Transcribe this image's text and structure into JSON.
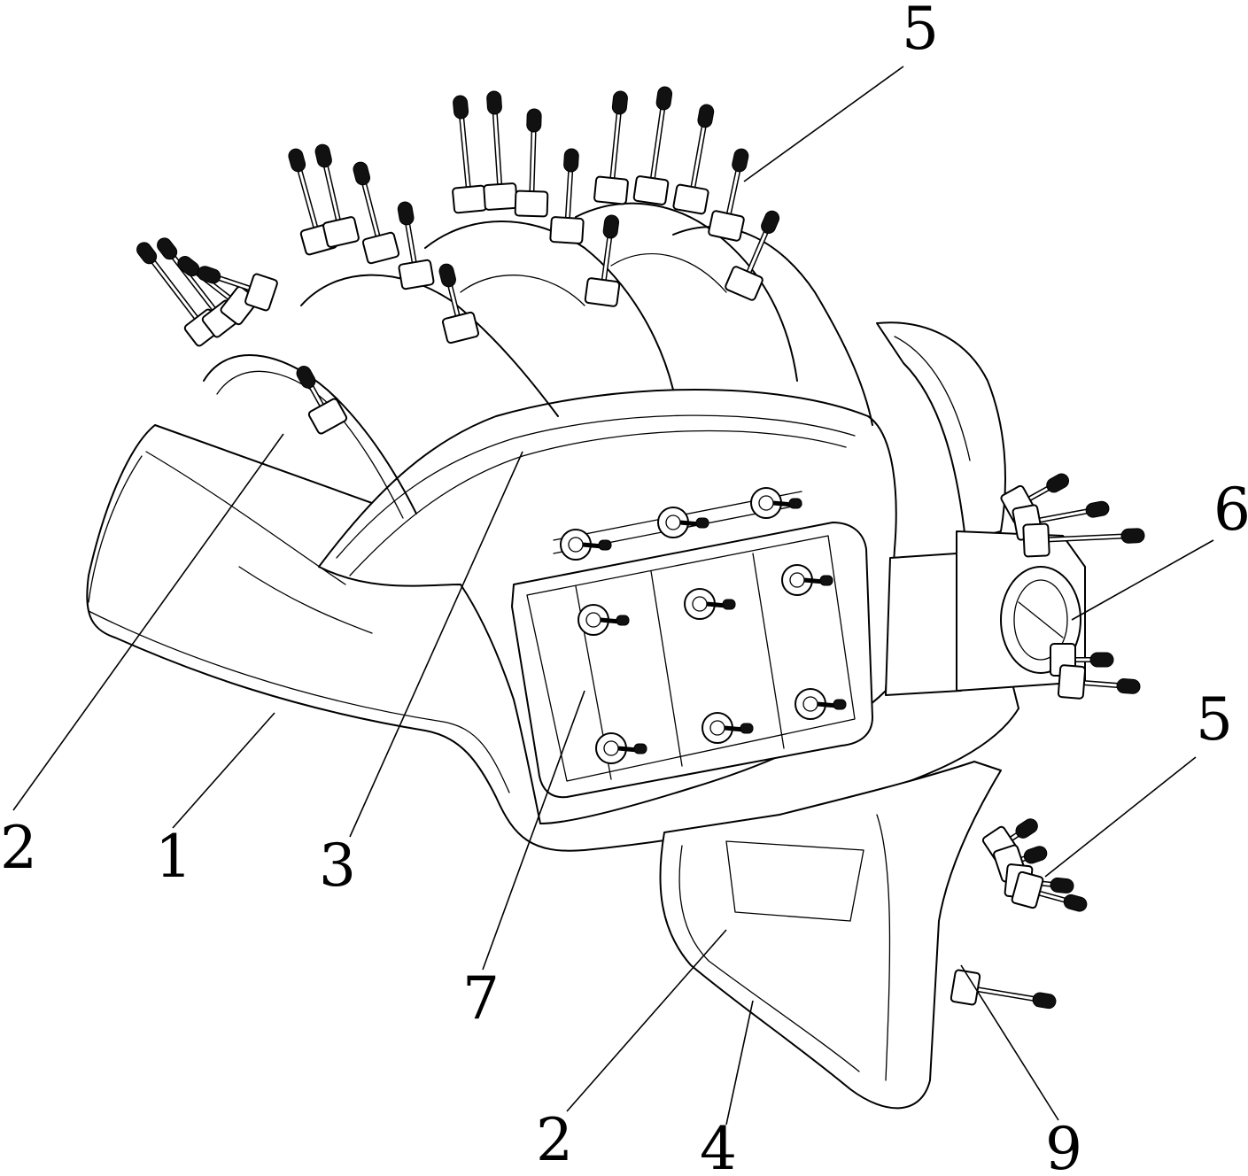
{
  "callouts": [
    {
      "id": "c5a",
      "text": "5"
    },
    {
      "id": "c6",
      "text": "6"
    },
    {
      "id": "c5b",
      "text": "5"
    },
    {
      "id": "c2a",
      "text": "2"
    },
    {
      "id": "c1",
      "text": "1"
    },
    {
      "id": "c3",
      "text": "3"
    },
    {
      "id": "c7",
      "text": "7"
    },
    {
      "id": "c2b",
      "text": "2"
    },
    {
      "id": "c4",
      "text": "4"
    },
    {
      "id": "c9",
      "text": "9"
    }
  ],
  "colors": {
    "line": "#000000",
    "background": "#ffffff",
    "probe_tip": "#111111"
  }
}
